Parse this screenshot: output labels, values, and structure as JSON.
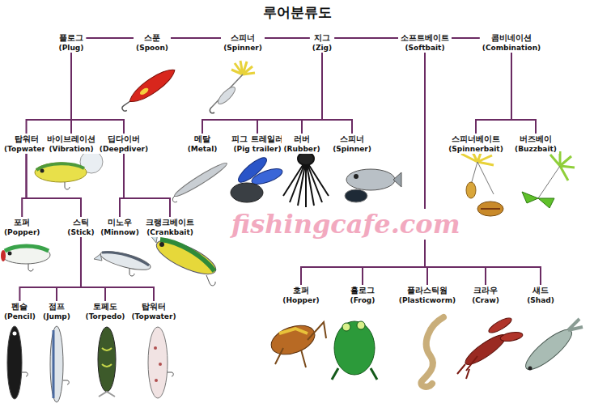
{
  "diagram": {
    "title": "루어분류도",
    "nodes": [
      {
        "text": [
          "플로그",
          "(Plug)"
        ]
      },
      {
        "text": [
          "스푼",
          "(Spoon)"
        ]
      },
      {
        "text": [
          "스피너",
          "(Spinner)"
        ]
      },
      {
        "text": [
          "지그",
          "(Zig)"
        ]
      },
      {
        "text": [
          "소프트베이트",
          "(Softbait)"
        ]
      },
      {
        "text": [
          "콤비네이션",
          "(Combination)"
        ]
      },
      {
        "text": [
          "탑워터",
          "(Topwater)"
        ]
      },
      {
        "text": [
          "바이브레이션",
          "(Vibration)"
        ]
      },
      {
        "text": [
          "딥다이버",
          "(Deepdiver)"
        ]
      },
      {
        "text": [
          "메탈",
          "(Metal)"
        ]
      },
      {
        "text": [
          "피그 트레일러",
          "(Pig trailer)"
        ]
      },
      {
        "text": [
          "러버",
          "(Rubber)"
        ]
      },
      {
        "text": [
          "스피너",
          "(Spinner)"
        ]
      },
      {
        "text": [
          "스피너베이트",
          "(Spinnerbait)"
        ]
      },
      {
        "text": [
          "버즈베이",
          "(Buzzbait)"
        ]
      },
      {
        "text": [
          "포퍼",
          "(Popper)"
        ]
      },
      {
        "text": [
          "스틱",
          "(Stick)"
        ]
      },
      {
        "text": [
          "미노우",
          "(Minnow)"
        ]
      },
      {
        "text": [
          "크랭크베이트",
          "(Crankbait)"
        ]
      },
      {
        "text": [
          "호퍼",
          "(Hopper)"
        ]
      },
      {
        "text": [
          "훌로그",
          "(Frog)"
        ]
      },
      {
        "text": [
          "플라스틱웜",
          "(Plasticworm)"
        ]
      },
      {
        "text": [
          "크라우",
          "(Craw)"
        ]
      },
      {
        "text": [
          "섀드",
          "(Shad)"
        ]
      },
      {
        "text": [
          "펜슬",
          "(Pencil)"
        ]
      },
      {
        "text": [
          "점프",
          "(Jump)"
        ]
      },
      {
        "text": [
          "토페도",
          "(Torpedo)"
        ]
      },
      {
        "text": [
          "탑워터",
          "(Topwater)"
        ]
      }
    ],
    "edges": [
      {
        "from": 0,
        "to": 1,
        "arrow": "none"
      },
      {
        "from": 1,
        "to": 2,
        "arrow": "none"
      },
      {
        "from": 2,
        "to": 3,
        "arrow": "none"
      },
      {
        "from": 3,
        "to": 4,
        "arrow": "none"
      },
      {
        "from": 4,
        "to": 5,
        "arrow": "none"
      },
      {
        "from": 0,
        "to": 6,
        "arrow": "none"
      },
      {
        "from": 0,
        "to": 7,
        "arrow": "none"
      },
      {
        "from": 0,
        "to": 8,
        "arrow": "none"
      },
      {
        "from": 3,
        "to": 9,
        "arrow": "none"
      },
      {
        "from": 3,
        "to": 10,
        "arrow": "none"
      },
      {
        "from": 3,
        "to": 11,
        "arrow": "none"
      },
      {
        "from": 3,
        "to": 12,
        "arrow": "none"
      },
      {
        "from": 5,
        "to": 13,
        "arrow": "none"
      },
      {
        "from": 5,
        "to": 14,
        "arrow": "none"
      },
      {
        "from": 6,
        "to": 15,
        "arrow": "none"
      },
      {
        "from": 6,
        "to": 16,
        "arrow": "none"
      },
      {
        "from": 8,
        "to": 17,
        "arrow": "none"
      },
      {
        "from": 8,
        "to": 18,
        "arrow": "none"
      },
      {
        "from": 16,
        "to": 24,
        "arrow": "none"
      },
      {
        "from": 16,
        "to": 25,
        "arrow": "none"
      },
      {
        "from": 16,
        "to": 26,
        "arrow": "none"
      },
      {
        "from": 16,
        "to": 27,
        "arrow": "none"
      },
      {
        "from": 4,
        "to": 19,
        "arrow": "none"
      },
      {
        "from": 4,
        "to": 20,
        "arrow": "none"
      },
      {
        "from": 4,
        "to": 21,
        "arrow": "none"
      },
      {
        "from": 4,
        "to": 22,
        "arrow": "none"
      },
      {
        "from": 4,
        "to": 23,
        "arrow": "none"
      }
    ],
    "labels": [
      "fishingcafe.com"
    ]
  }
}
